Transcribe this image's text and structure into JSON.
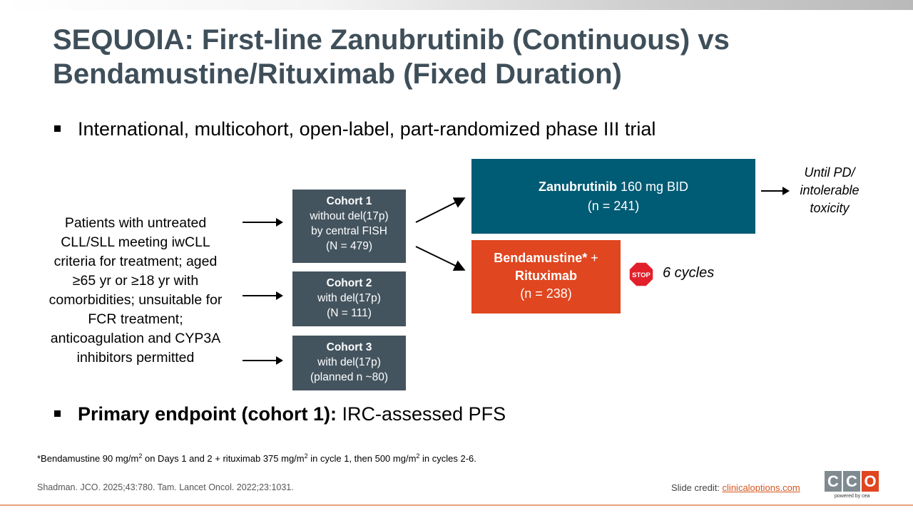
{
  "title": "SEQUOIA: First-line Zanubrutinib (Continuous) vs Bendamustine/Rituximab (Fixed Duration)",
  "bullet1": "International, multicohort, open-label, part-randomized phase III trial",
  "patients": "Patients with untreated CLL/SLL meeting iwCLL criteria for treatment; aged ≥65 yr or ≥18 yr with comorbidities; unsuitable for FCR treatment; anticoagulation and CYP3A inhibitors permitted",
  "cohorts": [
    {
      "heading": "Cohort 1",
      "line1": "without del(17p)",
      "line2": "by central FISH",
      "line3": "(N = 479)"
    },
    {
      "heading": "Cohort 2",
      "line1": "with del(17p)",
      "line2": "(N = 111)"
    },
    {
      "heading": "Cohort 3",
      "line1": "with del(17p)",
      "line2": "(planned n ~80)"
    }
  ],
  "zanubrutinib": {
    "drug": "Zanubrutinib",
    "dose": " 160 mg BID",
    "n": "(n = 241)"
  },
  "until": "Until PD/ intolerable toxicity",
  "bendamustine": {
    "drug": "Bendamustine*",
    "plus": " +",
    "drug2": "Rituximab",
    "n": "(n = 238)"
  },
  "stop_label": "STOP",
  "cycles": "6 cycles",
  "primary": {
    "label": "Primary endpoint (cohort 1):",
    "value": " IRC-assessed PFS"
  },
  "footnote": {
    "p1": "*Bendamustine 90 mg/m",
    "sup1": "2",
    "p2": " on Days 1 and 2 + rituximab 375 mg/m",
    "sup2": "2",
    "p3": " in cycle 1, then 500 mg/m",
    "sup3": "2",
    "p4": " in cycles 2-6."
  },
  "refs": "Shadman. JCO. 2025;43:780. Tam. Lancet Oncol. 2022;23:1031.",
  "credit": {
    "label": "Slide credit: ",
    "link": "clinicaloptions.com"
  },
  "logo": {
    "l1": "C",
    "l2": "C",
    "l3": "O",
    "powered": "powered by cea"
  },
  "colors": {
    "title": "#3f4f5a",
    "cohort": "#44545f",
    "zanubrutinib": "#005b74",
    "bendamustine": "#e0461f",
    "stop": "#e2202b"
  }
}
